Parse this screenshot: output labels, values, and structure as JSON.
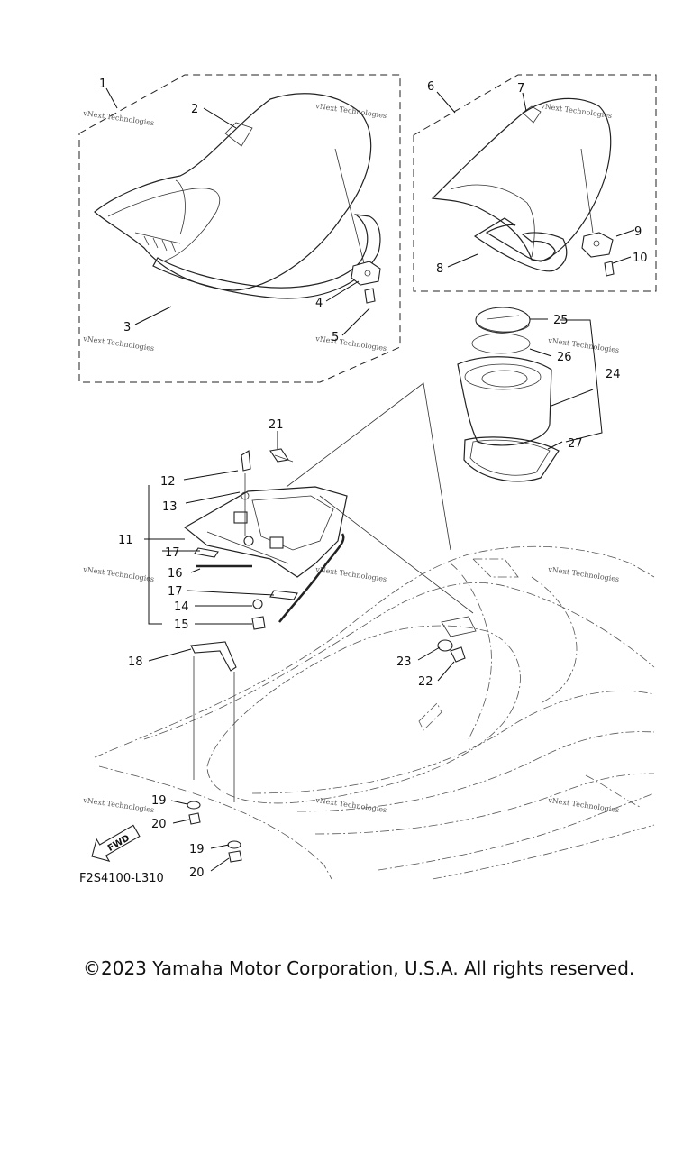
{
  "diagram": {
    "code": "F2S4100-L310",
    "fwd_label": "FWD",
    "watermark": "vNext Technologies",
    "callouts": [
      "1",
      "2",
      "3",
      "4",
      "5",
      "6",
      "7",
      "8",
      "9",
      "10",
      "11",
      "12",
      "13",
      "14",
      "15",
      "16",
      "17",
      "17",
      "18",
      "19",
      "19",
      "20",
      "20",
      "21",
      "22",
      "23",
      "24",
      "25",
      "26",
      "27"
    ]
  },
  "footer": {
    "copyright": "©2023 Yamaha Motor Corporation, U.S.A. All rights reserved."
  }
}
